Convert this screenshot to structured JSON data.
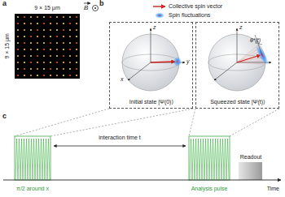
{
  "diagram": {
    "nodes": [
      {
        "text": [
          "z",
          "x",
          "y",
          "Initial state |Ψ(0)⟩"
        ]
      },
      {
        "text": [
          "z",
          "θ*(t)",
          "Squeezed state |Ψ(t)⟩"
        ]
      },
      {
        "text": [
          "Readout"
        ]
      }
    ],
    "labels": [
      "a",
      "9 × 15 µm",
      "B",
      "9 × 15 µm",
      "b",
      "c",
      "interaction time t",
      "π/2 around x",
      "Analysis pulse",
      "Time"
    ],
    "legend": [
      {
        "text": "Collective spin vector"
      },
      {
        "text": "Spin fluctuations"
      }
    ]
  }
}
